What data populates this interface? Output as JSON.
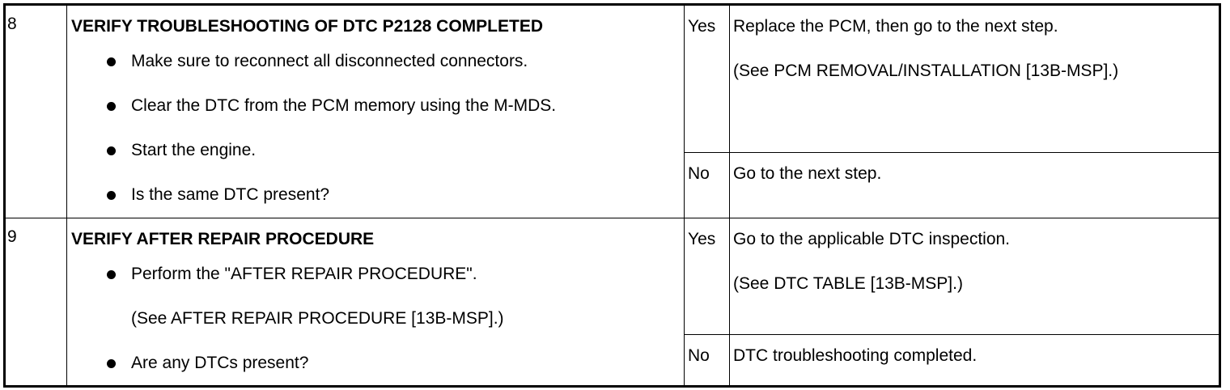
{
  "rows": [
    {
      "step": "8",
      "title": "VERIFY TROUBLESHOOTING OF DTC P2128 COMPLETED",
      "lines": [
        "Make sure to reconnect all disconnected connectors.",
        "Clear the DTC from the PCM memory using the M-MDS.",
        "Start the engine.",
        "Is the same DTC present?"
      ],
      "yes_label": "Yes",
      "yes_action": "Replace the PCM, then go to the next step.",
      "yes_ref": "(See PCM REMOVAL/INSTALLATION [13B-MSP].)",
      "no_label": "No",
      "no_action": "Go to the next step."
    },
    {
      "step": "9",
      "title": "VERIFY AFTER REPAIR PROCEDURE",
      "line1": "Perform the \"AFTER REPAIR PROCEDURE\".",
      "line1_ref": "(See AFTER REPAIR PROCEDURE [13B-MSP].)",
      "line2": "Are any DTCs present?",
      "yes_label": "Yes",
      "yes_action": "Go to the applicable DTC inspection.",
      "yes_ref": "(See DTC TABLE [13B-MSP].)",
      "no_label": "No",
      "no_action": "DTC troubleshooting completed."
    }
  ]
}
